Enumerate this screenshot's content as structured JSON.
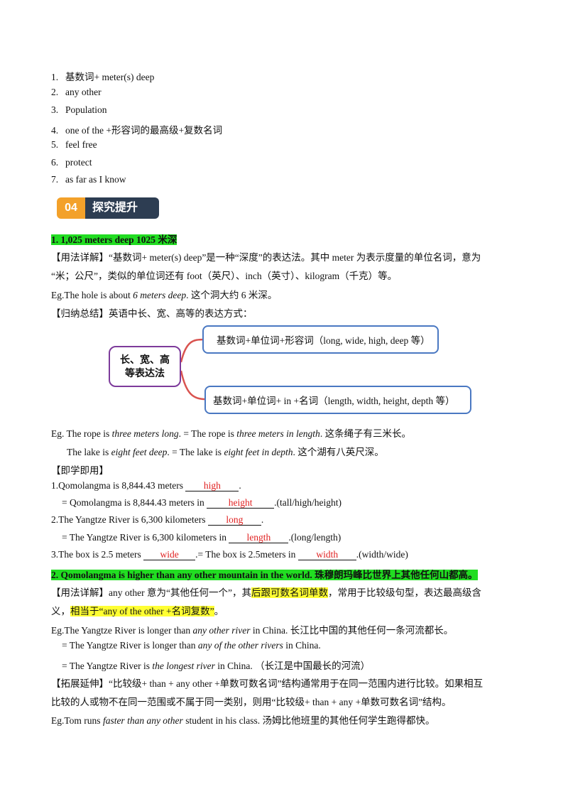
{
  "answers": [
    {
      "n": "1.",
      "text": "基数词+ meter(s) deep"
    },
    {
      "n": "2.",
      "text": "any other"
    },
    {
      "n": "3.",
      "text": "Population"
    },
    {
      "n": "4.",
      "text": "one of the +形容词的最高级+复数名词"
    },
    {
      "n": "5.",
      "text": "feel free"
    },
    {
      "n": "6.",
      "text": "protect"
    },
    {
      "n": "7.",
      "text": "as far as I know"
    }
  ],
  "section": {
    "number": "04",
    "title": "探究提升"
  },
  "point1": {
    "heading": "1. 1,025 meters deep 1025 米深",
    "usage_label": "【用法详解】",
    "usage_line1": "“基数词+ meter(s) deep”是一种“深度”的表达法。其中 meter 为表示度量的单位名词，意为",
    "usage_line2": "“米；公尺”，类似的单位词还有 foot（英尺）、inch（英寸）、kilogram（千克）等。",
    "eg_a": "Eg.The hole is about ",
    "eg_italic": "6 meters deep",
    "eg_b": ". 这个洞大约 6 米深。",
    "summary_label": "【归纳总结】",
    "summary_text": "英语中长、宽、高等的表达方式：",
    "diagram": {
      "center_line1": "长、宽、高",
      "center_line2": "等表达法",
      "top_box": "基数词+单位词+形容词（long, wide, high, deep 等）",
      "bottom_box": "基数词+单位词+ in +名词（length, width, height, depth 等）"
    },
    "eg2_a": "Eg. The rope is ",
    "eg2_i1": "three meters long",
    "eg2_b": ". = The rope is ",
    "eg2_i2": "three meters in length",
    "eg2_c": ". 这条绳子有三米长。",
    "eg3_a": "The lake is ",
    "eg3_i1": "eight feet deep",
    "eg3_b": ". = The lake is ",
    "eg3_i2": "eight feet in depth",
    "eg3_c": ". 这个湖有八英尺深。",
    "practice_label": "【即学即用】",
    "q1a_pre": "1.Qomolangma is 8,844.43 meters ",
    "q1a_ans": "high",
    "q1a_post": ".",
    "q1b_pre": "= Qomolangma is 8,844.43 meters in ",
    "q1b_ans": "height",
    "q1b_post": ".(tall/high/height)",
    "q2a_pre": "2.The Yangtze River is 6,300 kilometers ",
    "q2a_ans": "long",
    "q2a_post": ".",
    "q2b_pre": "= The Yangtze River is 6,300 kilometers in ",
    "q2b_ans": "length",
    "q2b_post": ".(long/length)",
    "q3_pre": "3.The box is 2.5 meters ",
    "q3_ans1": "wide",
    "q3_mid": ".= The box is 2.5meters in ",
    "q3_ans2": "width",
    "q3_post": ".(width/wide)"
  },
  "point2": {
    "heading": "2. Qomolangma is higher than any other mountain in the world. 珠穆朗玛峰比世界上其他任何山都高。",
    "usage_label": "【用法详解】",
    "usage_a": "any other 意为“其他任何一个”，其",
    "usage_hl": "后跟可数名词单数",
    "usage_b": "，常用于比较级句型，表达最高级含",
    "usage2_a": "义，",
    "usage2_hl": "相当于“any of the other +名词复数”",
    "usage2_b": "。",
    "eg1_a": "Eg.The Yangtze River is longer than ",
    "eg1_i": "any other river",
    "eg1_b": " in China. 长江比中国的其他任何一条河流都长。",
    "eg2_a": "= The Yangtze River is longer than ",
    "eg2_i": "any of the other rivers",
    "eg2_b": " in China.",
    "eg3_a": "= The Yangtze River is ",
    "eg3_i": "the longest river",
    "eg3_b": " in China. （长江是中国最长的河流）",
    "ext_label": "【拓展延伸】",
    "ext_line1": "“比较级+ than + any other +单数可数名词”结构通常用于在同一范围内进行比较。如果相互",
    "ext_line2": "比较的人或物不在同一范围或不属于同一类别，则用“比较级+ than + any +单数可数名词”结构。",
    "eg4_a": "Eg.Tom runs ",
    "eg4_i": "faster than any other",
    "eg4_b": " student in his class. 汤姆比他班里的其他任何学生跑得都快。"
  }
}
